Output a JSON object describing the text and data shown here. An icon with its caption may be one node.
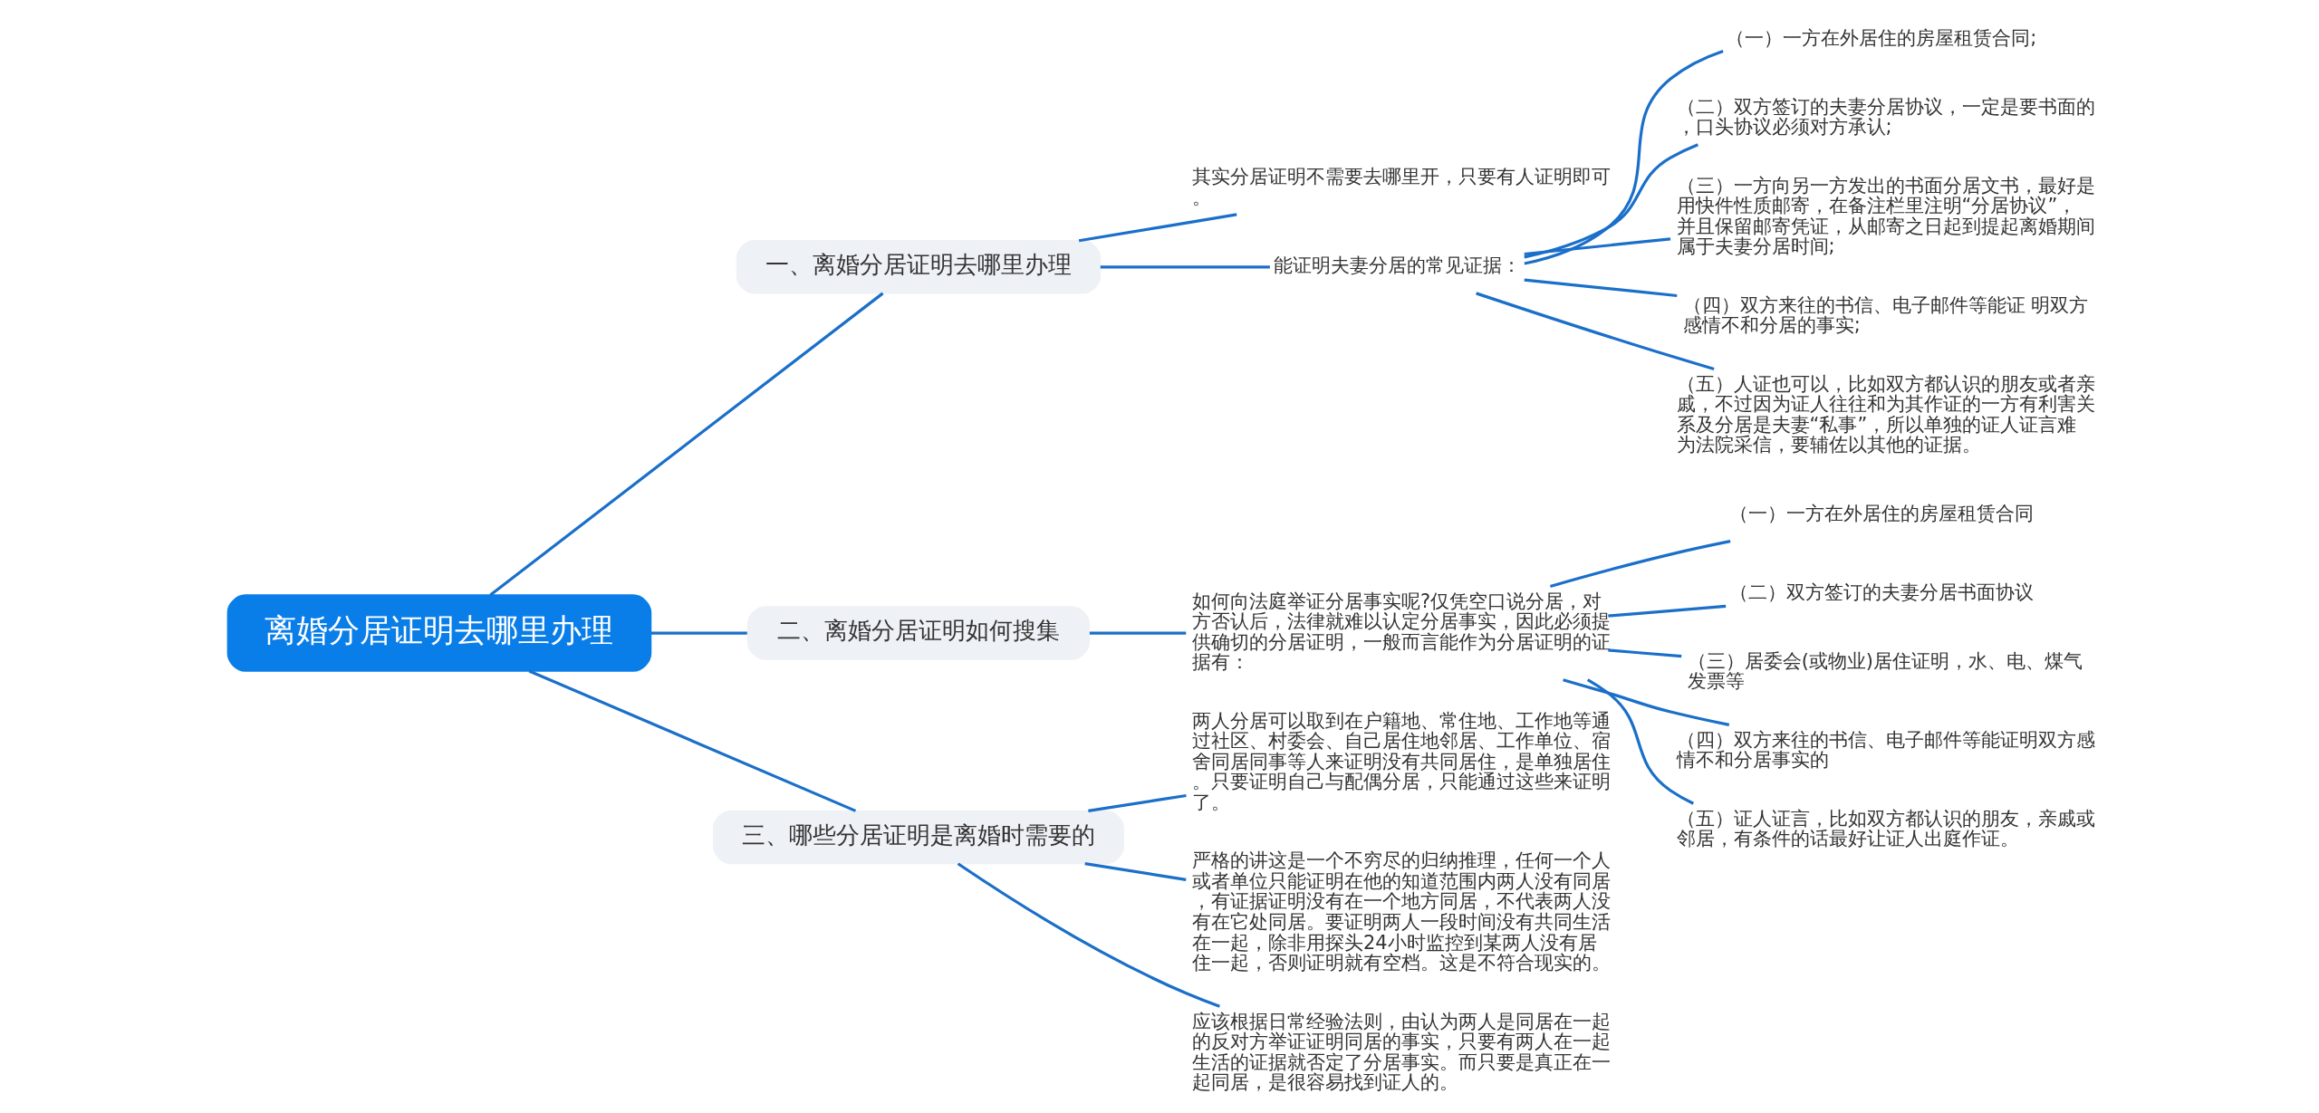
{
  "diagram": {
    "nodes": [
      {
        "text": [
          "离婚分居证明去哪里办理"
        ]
      },
      {
        "text": [
          "一、离婚分居证明去哪里办理"
        ]
      },
      {
        "text": [
          "其实分居证明不需要去哪里开，只要有人证明即可。"
        ]
      },
      {
        "text": [
          "能证明夫妻分居的常见证据："
        ]
      },
      {
        "text": [
          "（一）一方在外居住的房屋租赁合同;"
        ]
      },
      {
        "text": [
          "（二）双方签订的夫妻分居协议，一定是要书面的，口头协议必须对方承认;"
        ]
      },
      {
        "text": [
          "（三）一方向另一方发出的书面分居文书，最好是用快件性质邮寄，在备注栏里注明“分居协议”，并且保留邮寄凭证，从邮寄之日起到提起离婚期间属于夫妻分居时间;"
        ]
      },
      {
        "text": [
          "（四）双方来往的书信、电子邮件等能证 明双方感情不和分居的事实;"
        ]
      },
      {
        "text": [
          "（五）人证也可以，比如双方都认识的朋友或者亲戚，不过因为证人往往和为其作证的一方有利害关系及分居是夫妻“私事”，所以单独的证人证言难为法院采信，要辅佐以其他的证据。"
        ]
      },
      {
        "text": [
          "二、离婚分居证明如何搜集"
        ]
      },
      {
        "text": [
          "如何向法庭举证分居事实呢?仅凭空口说分居，对方否认后，法律就难以认定分居事实，因此必须提供确切的分居证明，一般而言能作为分居证明的证据有："
        ]
      },
      {
        "text": [
          "（一）一方在外居住的房屋租赁合同"
        ]
      },
      {
        "text": [
          "（二）双方签订的夫妻分居书面协议"
        ]
      },
      {
        "text": [
          "（三）居委会(或物业)居住证明，水、电、煤气发票等"
        ]
      },
      {
        "text": [
          "（四）双方来往的书信、电子邮件等能证明双方感情不和分居事实的"
        ]
      },
      {
        "text": [
          "（五）证人证言，比如双方都认识的朋友，亲戚或邻居，有条件的话最好让证人出庭作证。"
        ]
      },
      {
        "text": [
          "三、哪些分居证明是离婚时需要的"
        ]
      },
      {
        "text": [
          "两人分居可以取到在户籍地、常住地、工作地等通过社区、村委会、自己居住地邻居、工作单位、宿舍同居同事等人来证明没有共同居住，是单独居住。只要证明自己与配偶分居，只能通过这些来证明了。"
        ]
      },
      {
        "text": [
          "严格的讲这是一个不穷尽的归纳推理，任何一个人或者单位只能证明在他的知道范围内两人没有同居，有证据证明没有在一个地方同居，不代表两人没有在它处同居。要证明两人一段时间没有共同生活在一起，除非用探头24小时监控到某两人没有居住一起，否则证明就有空档。这是不符合现实的。"
        ]
      },
      {
        "text": [
          "应该根据日常经验法则，由认为两人是同居在一起的反对方举证证明同居的事实，只要有两人在一起生活的证据就否定了分居事实。而只要是真正在一起同居，是很容易找到证人的。"
        ]
      }
    ],
    "edges": [
      {
        "from": 0,
        "to": 1,
        "arrow": "none"
      },
      {
        "from": 1,
        "to": 2,
        "arrow": "none"
      },
      {
        "from": 1,
        "to": 3,
        "arrow": "none"
      },
      {
        "from": 3,
        "to": 4,
        "arrow": "none"
      },
      {
        "from": 3,
        "to": 5,
        "arrow": "none"
      },
      {
        "from": 3,
        "to": 6,
        "arrow": "none"
      },
      {
        "from": 3,
        "to": 7,
        "arrow": "none"
      },
      {
        "from": 3,
        "to": 8,
        "arrow": "none"
      },
      {
        "from": 0,
        "to": 9,
        "arrow": "none"
      },
      {
        "from": 9,
        "to": 10,
        "arrow": "none"
      },
      {
        "from": 10,
        "to": 11,
        "arrow": "none"
      },
      {
        "from": 10,
        "to": 12,
        "arrow": "none"
      },
      {
        "from": 10,
        "to": 13,
        "arrow": "none"
      },
      {
        "from": 10,
        "to": 14,
        "arrow": "none"
      },
      {
        "from": 10,
        "to": 15,
        "arrow": "none"
      },
      {
        "from": 0,
        "to": 16,
        "arrow": "none"
      },
      {
        "from": 16,
        "to": 17,
        "arrow": "none"
      },
      {
        "from": 16,
        "to": 18,
        "arrow": "none"
      },
      {
        "from": 16,
        "to": 19,
        "arrow": "none"
      }
    ]
  }
}
